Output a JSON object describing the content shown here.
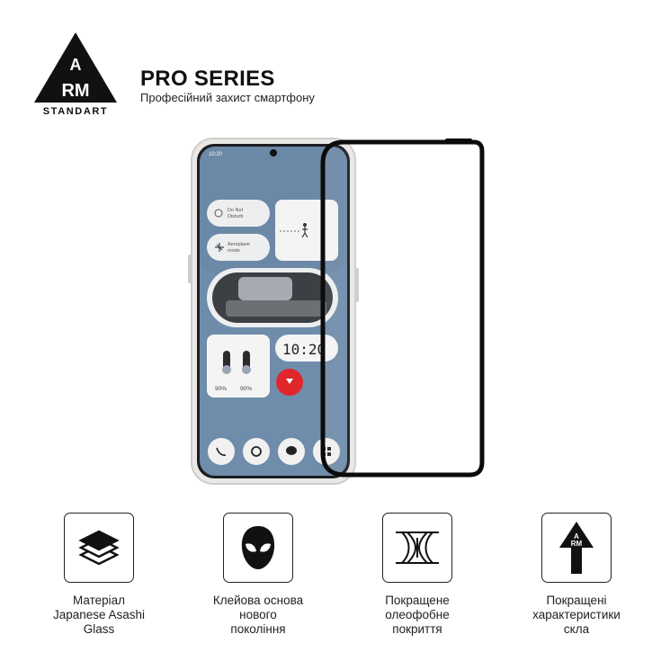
{
  "brand": {
    "logo_letters": [
      "A",
      "RM"
    ],
    "wordmark": "STANDART"
  },
  "header": {
    "title": "PRO SERIES",
    "subtitle": "Професійний захист смартфону"
  },
  "phone_screen": {
    "status_time": "10:20",
    "tile_dnd": [
      "Do Not",
      "Disturb"
    ],
    "tile_airplane": [
      "Aeroplane",
      "mode"
    ],
    "clock": "10:20",
    "battery_left": "90%",
    "battery_right": "90%"
  },
  "features": [
    {
      "icon": "layers-icon",
      "lines": [
        "Матеріал",
        "Japanese Asashi",
        "Glass"
      ]
    },
    {
      "icon": "spider-mask-icon",
      "lines": [
        "Клейова основа",
        "нового",
        "покоління"
      ]
    },
    {
      "icon": "oleophobic-icon",
      "lines": [
        "Покращене",
        "олеофобне",
        "покриття"
      ]
    },
    {
      "icon": "arm-arrow-icon",
      "lines": [
        "Покращені",
        "характеристики",
        "скла"
      ]
    }
  ],
  "colors": {
    "brand_black": "#111111",
    "accent_red": "#e0262b"
  }
}
